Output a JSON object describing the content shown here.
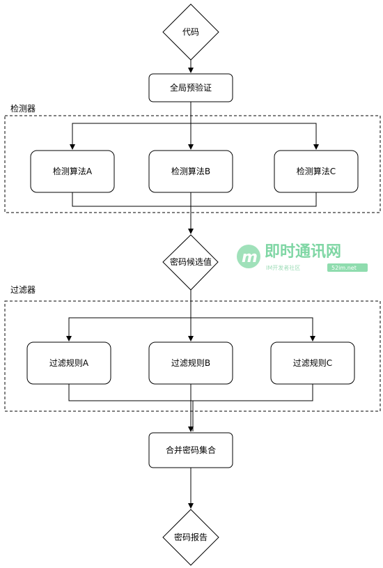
{
  "diagram": {
    "nodes": {
      "code": "代码",
      "precheck": "全局预验证",
      "detect_a": "检测算法A",
      "detect_b": "检测算法B",
      "detect_c": "检测算法C",
      "candidate": "密码候选值",
      "filter_a": "过滤规则A",
      "filter_b": "过滤规则B",
      "filter_c": "过滤规则C",
      "merge": "合并密码集合",
      "report": "密码报告"
    },
    "groups": {
      "detector": "检测器",
      "filter": "过滤器"
    }
  },
  "watermark": {
    "logo_letter": "m",
    "title": "即时通讯网",
    "subtitle": "IM开发者社区",
    "site": "52im.net"
  },
  "colors": {
    "stroke": "#000000",
    "fill": "#ffffff",
    "watermark": "#4cc17e"
  }
}
